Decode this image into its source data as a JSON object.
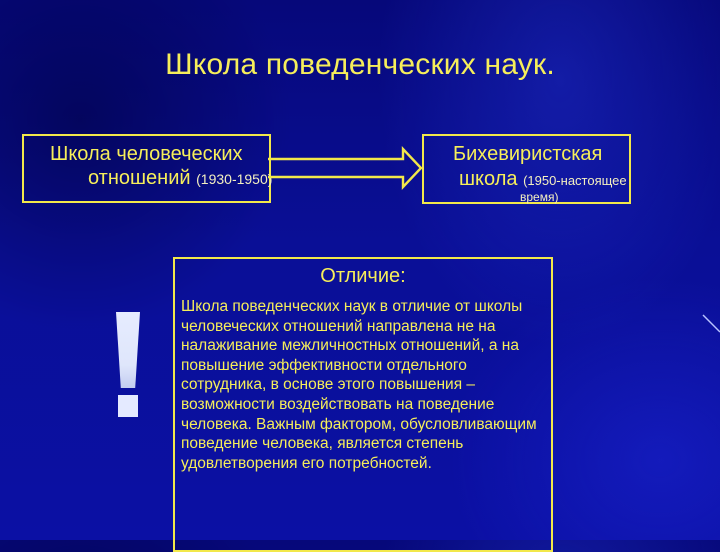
{
  "slide": {
    "title": "Школа поведенческих наук.",
    "colors": {
      "background": "#0a0f96",
      "text": "#f6ee5a",
      "border": "#f2e84a",
      "exclamation": "#e4eaff"
    },
    "left_box": {
      "line1": "Школа человеческих",
      "line2": "отношений",
      "years": "(1930-1950)"
    },
    "arrow": {
      "icon": "block-arrow-right-icon"
    },
    "right_box": {
      "line1": "Бихевиристская",
      "line2": "школа",
      "years": "(1950-настоящее",
      "years_cont": "время)"
    },
    "exclamation": {
      "icon": "exclamation-icon",
      "glyph": "!"
    },
    "main_box": {
      "heading": "Отличие:",
      "body": "Школа поведенческих наук в отличие от школы человеческих отношений направлена не на налаживание межличностных отношений, а на повышение эффективности отдельного сотрудника, в основе этого повышения – возможности воздействовать на поведение человека. Важным фактором, обусловливающим поведение человека, является степень удовлетворения его потребностей."
    }
  }
}
